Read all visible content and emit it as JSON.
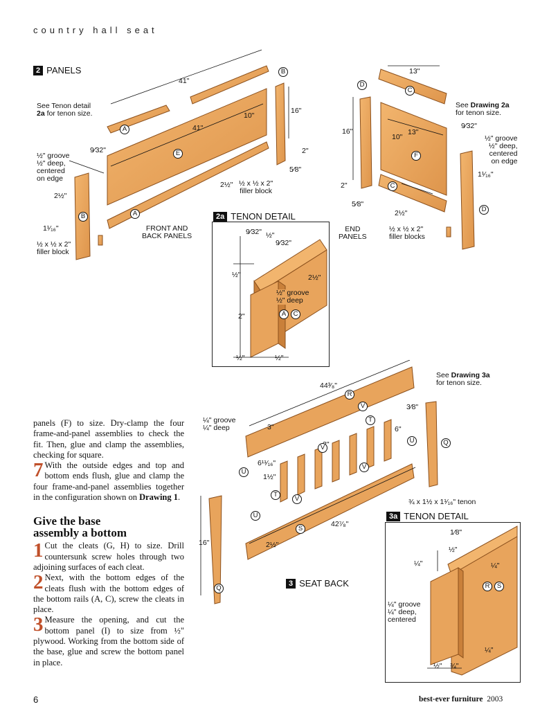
{
  "header": {
    "running_title": "country hall seat"
  },
  "figures": {
    "panels": {
      "number": "2",
      "title": "PANELS",
      "labels": {
        "dim_41_top": "41\"",
        "dim_41_mid": "41\"",
        "dim_10": "10\"",
        "dim_16": "16\"",
        "dim_2": "2\"",
        "dim_58": "5⁄8\"",
        "dim_2half": "2½\"",
        "dim_2half_b": "2½\"",
        "dim_932": "9⁄32\"",
        "dim_1116": "1¹⁄₁₆\"",
        "tenon_note_1": "See Tenon detail",
        "tenon_note_2": "2a",
        "tenon_note_3": " for tenon size.",
        "groove_1": "½\" groove",
        "groove_2": "½\" deep,",
        "groove_3": "centered",
        "groove_4": "on edge",
        "filler_a_1": "½ x ½ x 2\"",
        "filler_a_2": "filler block",
        "filler_b_1": "½ x ½ x 2\"",
        "filler_b_2": "filler block",
        "front_back_1": "FRONT AND",
        "front_back_2": "BACK PANELS"
      },
      "parts": {
        "A": "A",
        "B": "B",
        "E": "E"
      }
    },
    "end_panels": {
      "labels": {
        "dim_13_top": "13\"",
        "dim_13_mid": "13\"",
        "dim_10": "10\"",
        "dim_16": "16\"",
        "dim_2": "2\"",
        "dim_58": "5⁄8\"",
        "dim_2half": "2½\"",
        "dim_932": "9⁄32\"",
        "dim_1116": "1¹⁄₁₆\"",
        "see_1": "See ",
        "see_2": "Drawing 2a",
        "see_3": "for tenon size.",
        "groove_1": "½\" groove",
        "groove_2": "½\" deep,",
        "groove_3": "centered",
        "groove_4": "on edge",
        "end_1": "END",
        "end_2": "PANELS",
        "filler_1": "½ x ½ x 2\"",
        "filler_2": "filler blocks"
      },
      "parts": {
        "C": "C",
        "D": "D",
        "F": "F"
      }
    },
    "tenon_2a": {
      "number": "2a",
      "title": "TENON DETAIL",
      "labels": {
        "d_932_a": "9⁄32\"",
        "d_half_a": "½\"",
        "d_932_b": "9⁄32\"",
        "d_half_b": "½\"",
        "d_2half": "2½\"",
        "d_2": "2\"",
        "d_half_c": "½\"",
        "d_half_d": "½\"",
        "groove_1": "½\" groove",
        "groove_2": "½\" deep"
      },
      "parts": {
        "A": "A",
        "C": "C"
      }
    },
    "seat_back": {
      "number": "3",
      "title": "SEAT BACK",
      "labels": {
        "dim_4438": "44³⁄₈\"",
        "dim_4278": "42⁷⁄₈\"",
        "dim_3": "3\"",
        "dim_6": "6\"",
        "dim_2": "2\"",
        "dim_38": "3⁄8\"",
        "dim_61116": "6¹¹⁄₁₆\"",
        "dim_1half": "1½\"",
        "dim_2half": "2½\"",
        "dim_16": "16\"",
        "groove_1": "¼\" groove",
        "groove_2": "¼\" deep",
        "see_1": "See ",
        "see_2": "Drawing 3a",
        "see_3": "for tenon size.",
        "tenon_size": "¾ x 1½ x 1¹⁄₁₆\" tenon"
      },
      "parts": {
        "R": "R",
        "S": "S",
        "T": "T",
        "U": "U",
        "V": "V",
        "Q": "Q"
      }
    },
    "tenon_3a": {
      "number": "3a",
      "title": "TENON DETAIL",
      "labels": {
        "d_18": "1⁄8\"",
        "d_half": "½\"",
        "d_quarter_a": "¼\"",
        "d_quarter_b": "¼\"",
        "d_quarter_c": "¼\"",
        "d_half_b": "½\"",
        "d_34": "¾\"",
        "groove_1": "¼\" groove",
        "groove_2": "¼\" deep,",
        "groove_3": "centered"
      },
      "parts": {
        "R": "R",
        "S": "S"
      }
    }
  },
  "text": {
    "para1": "panels (F) to size. Dry-clamp the four frame-and-panel assemblies to check the fit. Then, glue and clamp the assemblies, checking for square.",
    "step7_num": "7",
    "step7": "With the outside edges and top and bottom ends flush, glue and clamp the four frame-and-panel assemblies together in the configuration shown on ",
    "step7_ref": "Drawing 1",
    "step7_end": ".",
    "heading_1": "Give the base",
    "heading_2": "assembly a bottom",
    "step1_num": "1",
    "step1": "Cut the cleats (G, H) to size. Drill countersunk screw holes through two adjoining surfaces of each cleat.",
    "step2_num": "2",
    "step2": "Next, with the bottom edges of the cleats flush with the bottom edges of the bottom rails (A, C), screw the cleats in place.",
    "step3_num": "3",
    "step3": "Measure the opening, and cut the bottom panel (I) to size from ½\" plywood. Working from the bottom side of the base, glue and screw the bottom panel in place."
  },
  "footer": {
    "page_number": "6",
    "brand": "best-ever furniture",
    "year": "2003"
  },
  "colors": {
    "wood": "#e8a45c",
    "wood_dark": "#c9803a",
    "wood_edge": "#8a4f1c",
    "accent": "#c0502a"
  }
}
